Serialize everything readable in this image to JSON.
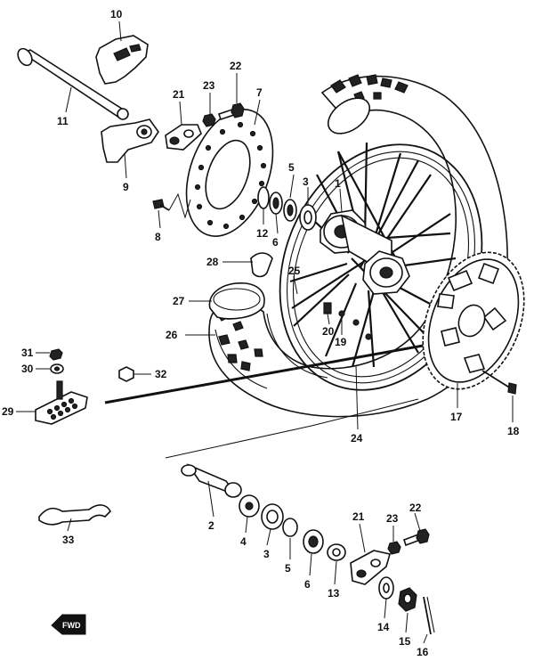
{
  "diagram": {
    "type": "exploded-parts-diagram",
    "subject": "rear wheel assembly",
    "ink_color": "#111111",
    "background_color": "#ffffff"
  },
  "callouts": {
    "c1": "1",
    "c2": "2",
    "c3a": "3",
    "c3b": "3",
    "c4": "4",
    "c5a": "5",
    "c5b": "5",
    "c6a": "6",
    "c6b": "6",
    "c7": "7",
    "c8": "8",
    "c9": "9",
    "c10": "10",
    "c11": "11",
    "c12": "12",
    "c13": "13",
    "c14": "14",
    "c15": "15",
    "c16": "16",
    "c17": "17",
    "c18": "18",
    "c19": "19",
    "c20": "20",
    "c21a": "21",
    "c21b": "21",
    "c22a": "22",
    "c22b": "22",
    "c23a": "23",
    "c23b": "23",
    "c24": "24",
    "c25": "25",
    "c26": "26",
    "c27": "27",
    "c28": "28",
    "c29": "29",
    "c30": "30",
    "c31": "31",
    "c32": "32",
    "c33": "33"
  },
  "fwd_badge": {
    "label": "FWD",
    "icon": "arrow-left-icon"
  }
}
